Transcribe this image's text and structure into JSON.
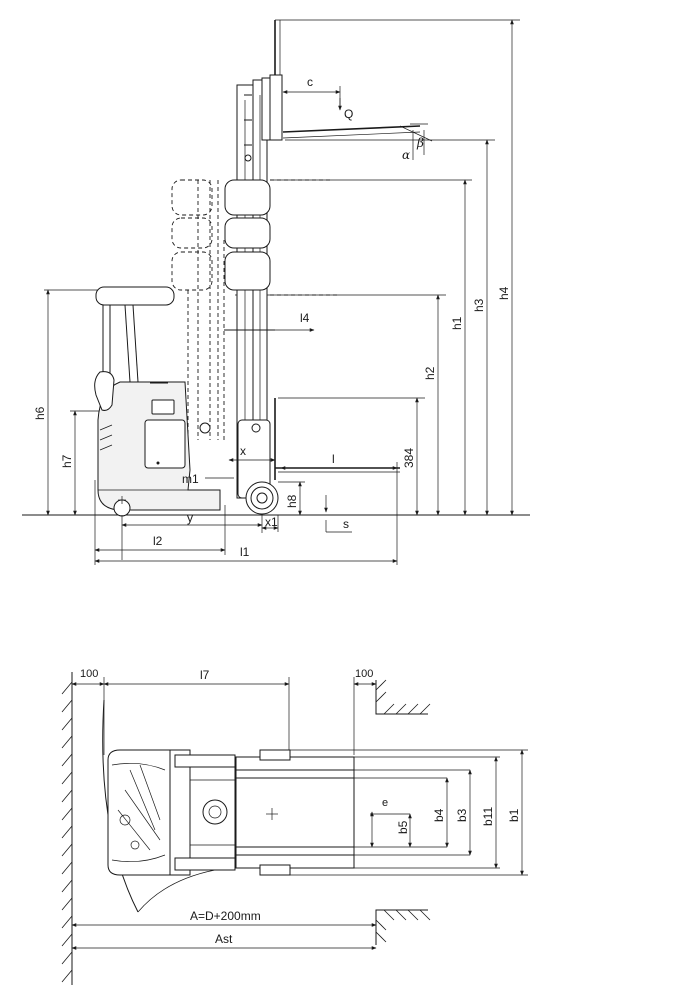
{
  "side_view": {
    "labels": {
      "c": "c",
      "Q": "Q",
      "alpha": "α",
      "beta": "β",
      "l4": "l4",
      "x": "x",
      "l": "l",
      "m1": "m1",
      "y": "y",
      "x1": "x1",
      "s": "s",
      "l2": "l2",
      "l1": "l1",
      "h1": "h1",
      "h2": "h2",
      "h3": "h3",
      "h4": "h4",
      "h6": "h6",
      "h7": "h7",
      "h8": "h8",
      "dim384": "384"
    }
  },
  "top_view": {
    "labels": {
      "clear_left": "100",
      "l7": "l7",
      "clear_right": "100",
      "e": "e",
      "b5": "b5",
      "b4": "b4",
      "b3": "b3",
      "b11": "b11",
      "b1": "b1",
      "aisle_pallet": "A=D+200mm",
      "ast": "Ast"
    }
  }
}
